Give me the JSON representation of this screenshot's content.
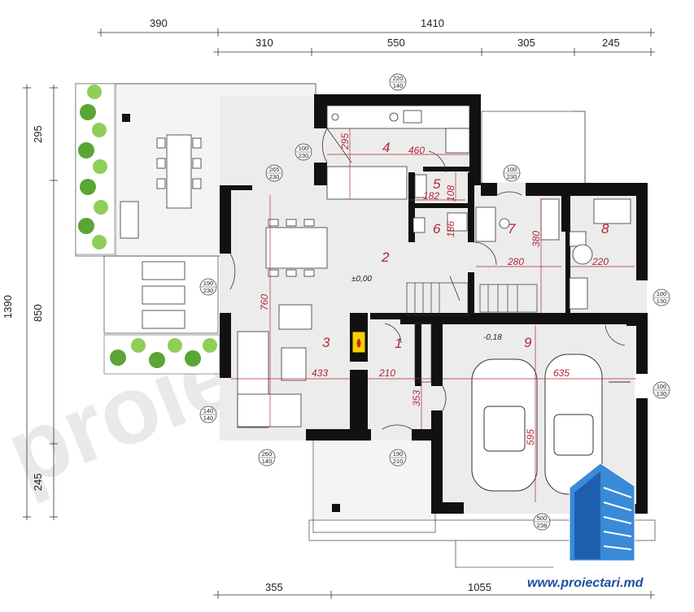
{
  "top_dimensions": {
    "row1": [
      "390",
      "1410"
    ],
    "row2": [
      "310",
      "550",
      "305",
      "245"
    ]
  },
  "left_dimensions": {
    "overall": "1390",
    "parts": [
      "295",
      "850",
      "245"
    ]
  },
  "bottom_dimensions": [
    "355",
    "1055"
  ],
  "rooms": [
    {
      "number": "1"
    },
    {
      "number": "2"
    },
    {
      "number": "3"
    },
    {
      "number": "4"
    },
    {
      "number": "5"
    },
    {
      "number": "6"
    },
    {
      "number": "7"
    },
    {
      "number": "8"
    },
    {
      "number": "9"
    }
  ],
  "room_dimensions": {
    "r4_width": "460",
    "r4_depth": "295",
    "r5_width": "182",
    "r5_depth": "108",
    "r6_depth": "186",
    "r7_width": "280",
    "r7_depth": "380",
    "r8_width": "220",
    "r2_depth": "760",
    "r3_width": "433",
    "r1_width": "210",
    "r1_depth": "353",
    "r9_width": "635",
    "r9_depth": "595"
  },
  "levels": {
    "main": "±0,00",
    "garage": "-0,18"
  },
  "openings": [
    {
      "id": "w-kitchen-top",
      "w": "220",
      "h": "140"
    },
    {
      "id": "d-kitchen-terrace",
      "w": "100",
      "h": "230"
    },
    {
      "id": "d-living-terrace",
      "w": "265",
      "h": "230"
    },
    {
      "id": "d-r7",
      "w": "100",
      "h": "230"
    },
    {
      "id": "d-side",
      "w": "190",
      "h": "230"
    },
    {
      "id": "w-r8",
      "w": "100",
      "h": "130"
    },
    {
      "id": "w-r9",
      "w": "100",
      "h": "130"
    },
    {
      "id": "w-living-left",
      "w": "140",
      "h": "140"
    },
    {
      "id": "w-living-bottom",
      "w": "260",
      "h": "140"
    },
    {
      "id": "d-entry",
      "w": "190",
      "h": "210"
    },
    {
      "id": "d-garage",
      "w": "500",
      "h": "238"
    }
  ],
  "watermark": "proiectari.md",
  "brand_url": "www.proiectari.md",
  "colors": {
    "room_label": "#b0283a",
    "wall": "#111111",
    "brand": "#1f4fa0",
    "plant": "#5aa535"
  }
}
